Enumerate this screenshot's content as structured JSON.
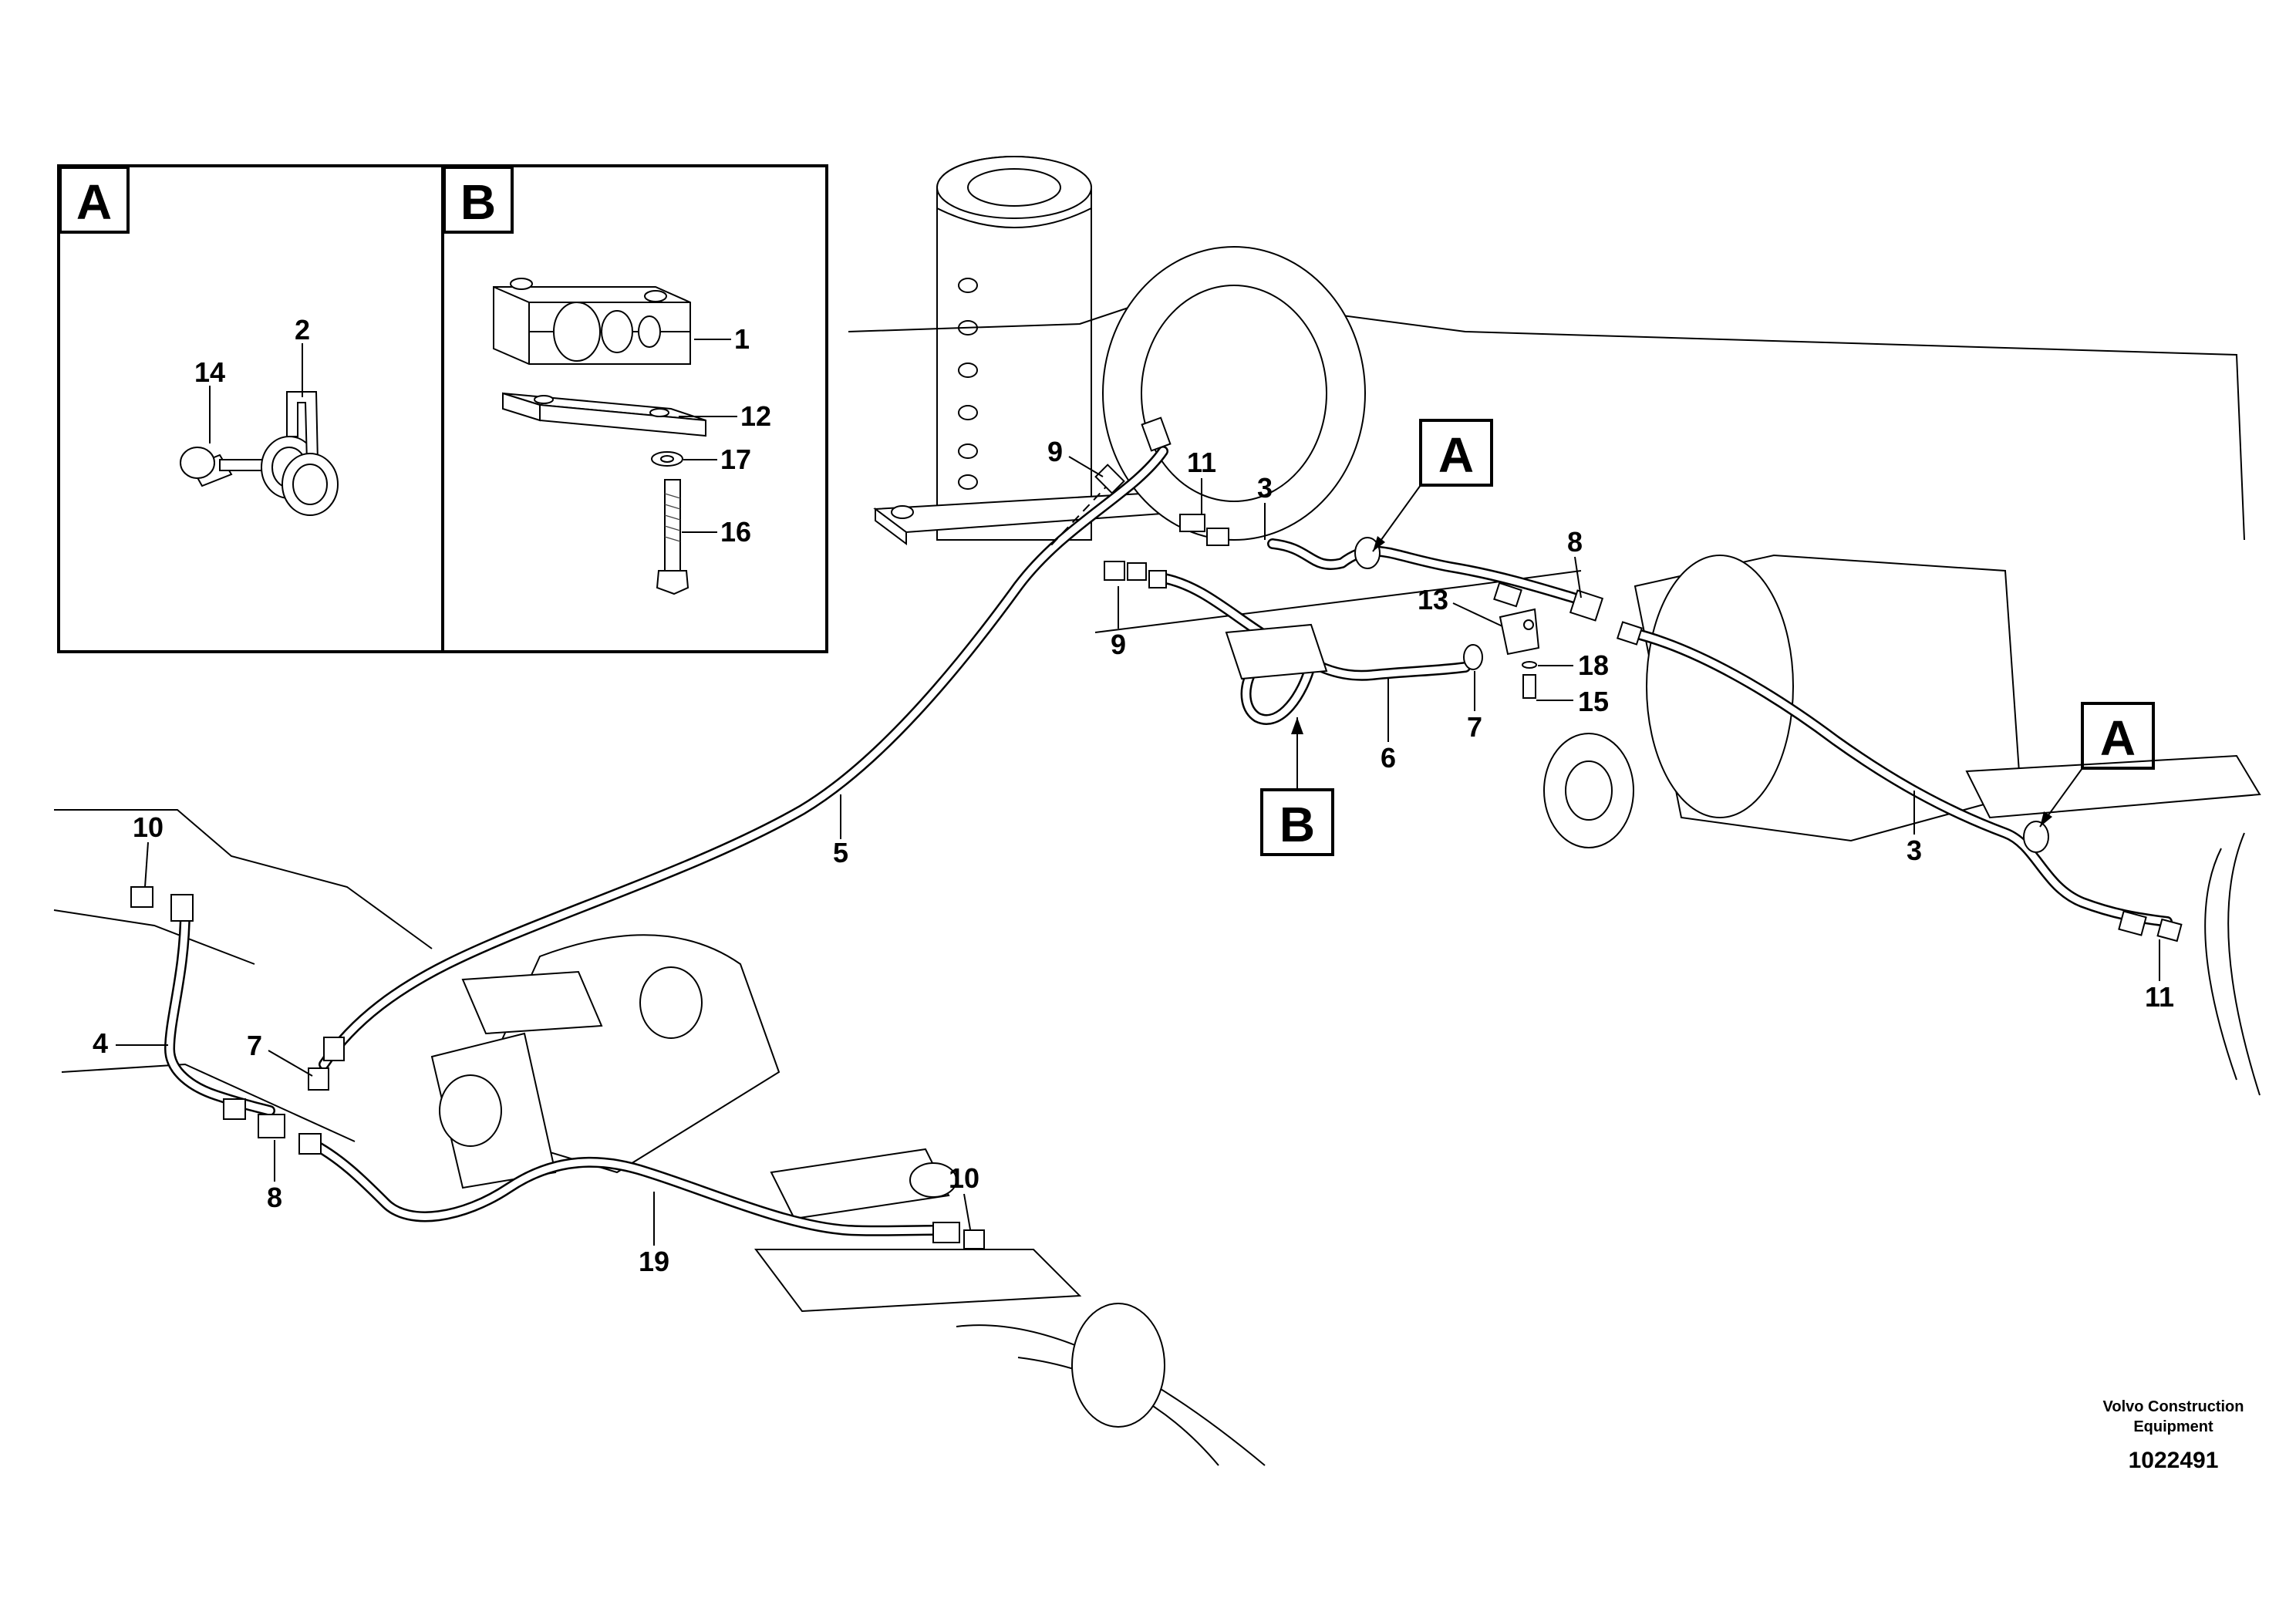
{
  "detail_views": [
    {
      "letter": "A",
      "callouts": [
        "2",
        "14"
      ]
    },
    {
      "letter": "B",
      "callouts": [
        "1",
        "12",
        "17",
        "16"
      ]
    }
  ],
  "view_markers": {
    "a_upper": "A",
    "a_right": "A",
    "b_lower": "B"
  },
  "callouts": {
    "c9_top": "9",
    "c9_lower": "9",
    "c11_top": "11",
    "c3_top": "3",
    "c8_top": "8",
    "c13": "13",
    "c18": "18",
    "c15": "15",
    "c7_mid": "7",
    "c6": "6",
    "c5": "5",
    "c3_right": "3",
    "c11_right": "11",
    "c10_left": "10",
    "c4": "4",
    "c7_left": "7",
    "c8_left": "8",
    "c10_bottom": "10",
    "c19": "19"
  },
  "credit": {
    "line1": "Volvo Construction",
    "line2": "Equipment"
  },
  "document_number": "1022491"
}
